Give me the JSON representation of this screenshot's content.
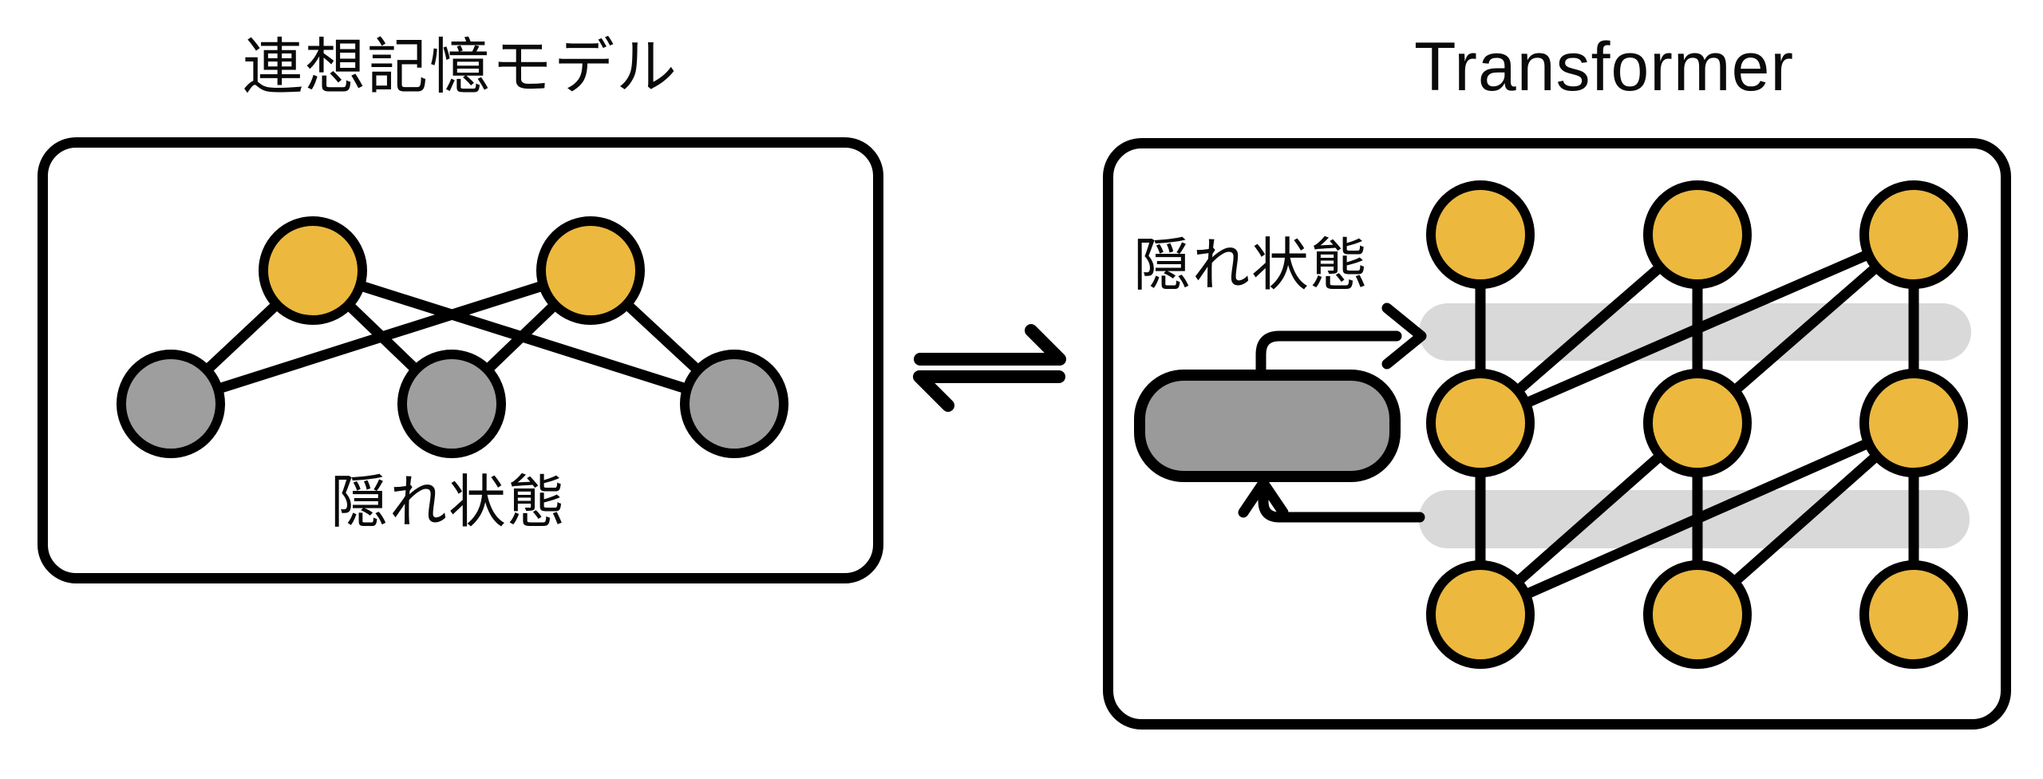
{
  "colors": {
    "background": "#ffffff",
    "node_yellow": "#ecb83e",
    "node_gray": "#9e9e9e",
    "state_box_gray": "#9a9a9a",
    "attention_bar_gray": "#d9d9d9",
    "line_black": "#000000"
  },
  "left_panel": {
    "title": "連想記憶モデル",
    "hidden_state_label": "隠れ状態",
    "top_node_count": 2,
    "bottom_node_count": 3,
    "edges": [
      [
        "y1",
        "g1"
      ],
      [
        "y1",
        "g2"
      ],
      [
        "y1",
        "g3"
      ],
      [
        "y2",
        "g1"
      ],
      [
        "y2",
        "g2"
      ],
      [
        "y2",
        "g3"
      ]
    ]
  },
  "equilibrium": {
    "symbol": "⇌"
  },
  "right_panel": {
    "title": "Transformer",
    "hidden_state_label": "隠れ状態",
    "token_grid": {
      "rows": 3,
      "columns": 3
    },
    "vertical_edges": [
      [
        "r1c1",
        "r2c1"
      ],
      [
        "r1c2",
        "r2c2"
      ],
      [
        "r1c3",
        "r2c3"
      ],
      [
        "r2c1",
        "r3c1"
      ],
      [
        "r2c2",
        "r3c2"
      ],
      [
        "r2c3",
        "r3c3"
      ]
    ],
    "attention_edges": [
      [
        "r2c1",
        "r1c2"
      ],
      [
        "r2c1",
        "r1c3"
      ],
      [
        "r2c2",
        "r1c3"
      ],
      [
        "r3c1",
        "r2c2"
      ],
      [
        "r3c1",
        "r2c3"
      ],
      [
        "r3c2",
        "r2c3"
      ]
    ],
    "attention_bar_count": 2,
    "state_box_count": 1
  }
}
